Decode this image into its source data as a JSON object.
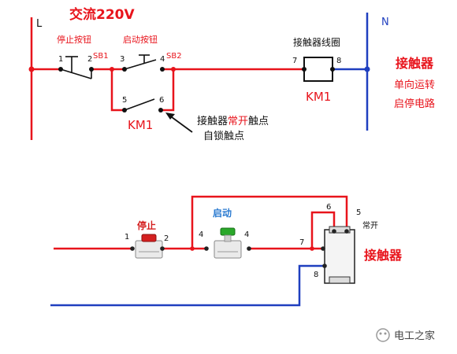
{
  "top": {
    "supply_title": "交流220V",
    "line_label": "L",
    "neutral_label": "N",
    "stop_button_label": "停止按钮",
    "start_button_label": "启动按钮",
    "sb1_label": "SB1",
    "sb2_label": "SB2",
    "coil_label": "接触器线圈",
    "km1_coil_label": "KM1",
    "km1_contact_label": "KM1",
    "node_1": "1",
    "node_2": "2",
    "node_3": "3",
    "node_4": "4",
    "node_5": "5",
    "node_6": "6",
    "node_7": "7",
    "node_8": "8",
    "note_prefix": "接触器",
    "note_highlight": "常开",
    "note_suffix": "触点",
    "note_line2": "自锁触点",
    "side_title": "接触器",
    "side_line1": "单向运转",
    "side_line2": "启停电路"
  },
  "bottom": {
    "stop_label": "停止",
    "start_label": "启动",
    "contactor_label": "接触器",
    "no_label": "常开",
    "n1": "1",
    "n2": "2",
    "n4a": "4",
    "n4b": "4",
    "n5": "5",
    "n6": "6",
    "n7": "7",
    "n8": "8"
  },
  "watermark": "电工之家",
  "colors": {
    "wire_red": "#e8141c",
    "wire_blue": "#1f3fbf",
    "text_red": "#e8141c",
    "text_black": "#111111",
    "stop_button": "#d42020",
    "start_button": "#2aa82a"
  }
}
